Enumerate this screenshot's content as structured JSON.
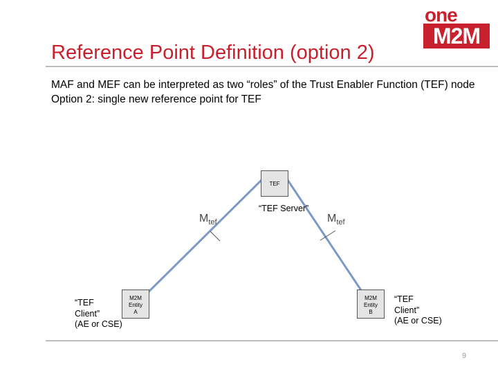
{
  "logo": {
    "line1": "one",
    "line2": "M2M"
  },
  "title": "Reference Point Definition (option 2)",
  "body": {
    "line1": "MAF and MEF can be interpreted as two “roles” of the Trust Enabler Function (TEF) node",
    "line2": "Option 2: single new reference point for TEF"
  },
  "diagram": {
    "tef_node": "TEF",
    "tef_server_label": "“TEF Server”",
    "reference_point": {
      "base": "M",
      "sub": "tef"
    },
    "entity_a": {
      "line1": "M2M",
      "line2": "Entity",
      "line3": "A"
    },
    "entity_b": {
      "line1": "M2M",
      "line2": "Entity",
      "line3": "B"
    },
    "client_a": {
      "line1": "“TEF",
      "line2": "Client”",
      "line3": "(AE or CSE)"
    },
    "client_b": {
      "line1": "“TEF",
      "line2": "Client”",
      "line3": "(AE or CSE)"
    }
  },
  "page_number": "9",
  "colors": {
    "title": "#c8202c",
    "logo": "#c8202c",
    "connector": "#7f99c6",
    "rule": "#bdbdbd"
  }
}
